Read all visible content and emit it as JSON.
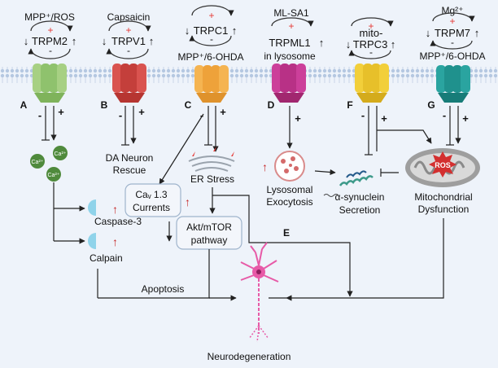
{
  "channels": [
    {
      "id": "A",
      "stimulus": "MPP⁺/ROS",
      "name": "TRPM2",
      "color": "#a7d083"
    },
    {
      "id": "B",
      "stimulus": "Capsaicin",
      "name": "TRPV1",
      "color": "#d9534f"
    },
    {
      "id": "C",
      "stimulus": "MPP⁺/6-OHDA",
      "name": "TRPC1",
      "color": "#f5b451"
    },
    {
      "id": "D",
      "stimulus": "ML-SA1",
      "name": "TRPML1",
      "location": "in lysosome",
      "color": "#cc3f9a"
    },
    {
      "id": "F",
      "stimulus": "",
      "name_top": "mito-",
      "name": "TRPC3",
      "color": "#f2cf3a"
    },
    {
      "id": "G",
      "stimulus": "Mg²⁺",
      "stimulus_bottom": "MPP⁺/6-OHDA",
      "name": "TRPM7",
      "color": "#2aa4a0"
    }
  ],
  "signs": {
    "plus": "+",
    "minus": "-",
    "up_arrow": "↑",
    "down_arrow": "↓"
  },
  "ions": [
    "Ca²⁺",
    "Ca²⁺",
    "Ca²⁺"
  ],
  "labels": {
    "da_rescue_1": "DA Neuron",
    "da_rescue_2": "Rescue",
    "er_stress": "ER Stress",
    "cav_1": "Caᵥ 1.3",
    "cav_2": "Currents",
    "akt_1": "Akt/mTOR",
    "akt_2": "pathway",
    "caspase": "Caspase-3",
    "calpain": "Calpain",
    "lyso_1": "Lysosomal",
    "lyso_2": "Exocytosis",
    "syn_1": "α-synuclein",
    "syn_2": "Secretion",
    "mito_1": "Mitochondrial",
    "mito_2": "Dysfunction",
    "ros": "ROS",
    "e_label": "E",
    "apoptosis": "Apoptosis",
    "neurodegeneration": "Neurodegeneration"
  },
  "colors": {
    "membrane": "#c9d7ea",
    "text": "#111111",
    "arrow": "#222222",
    "up_arrow": "#c62828",
    "plus": "#e53935",
    "box_border": "#9fb4cc",
    "box_fill": "#f3f6fb",
    "neuron": "#e75aa7"
  }
}
